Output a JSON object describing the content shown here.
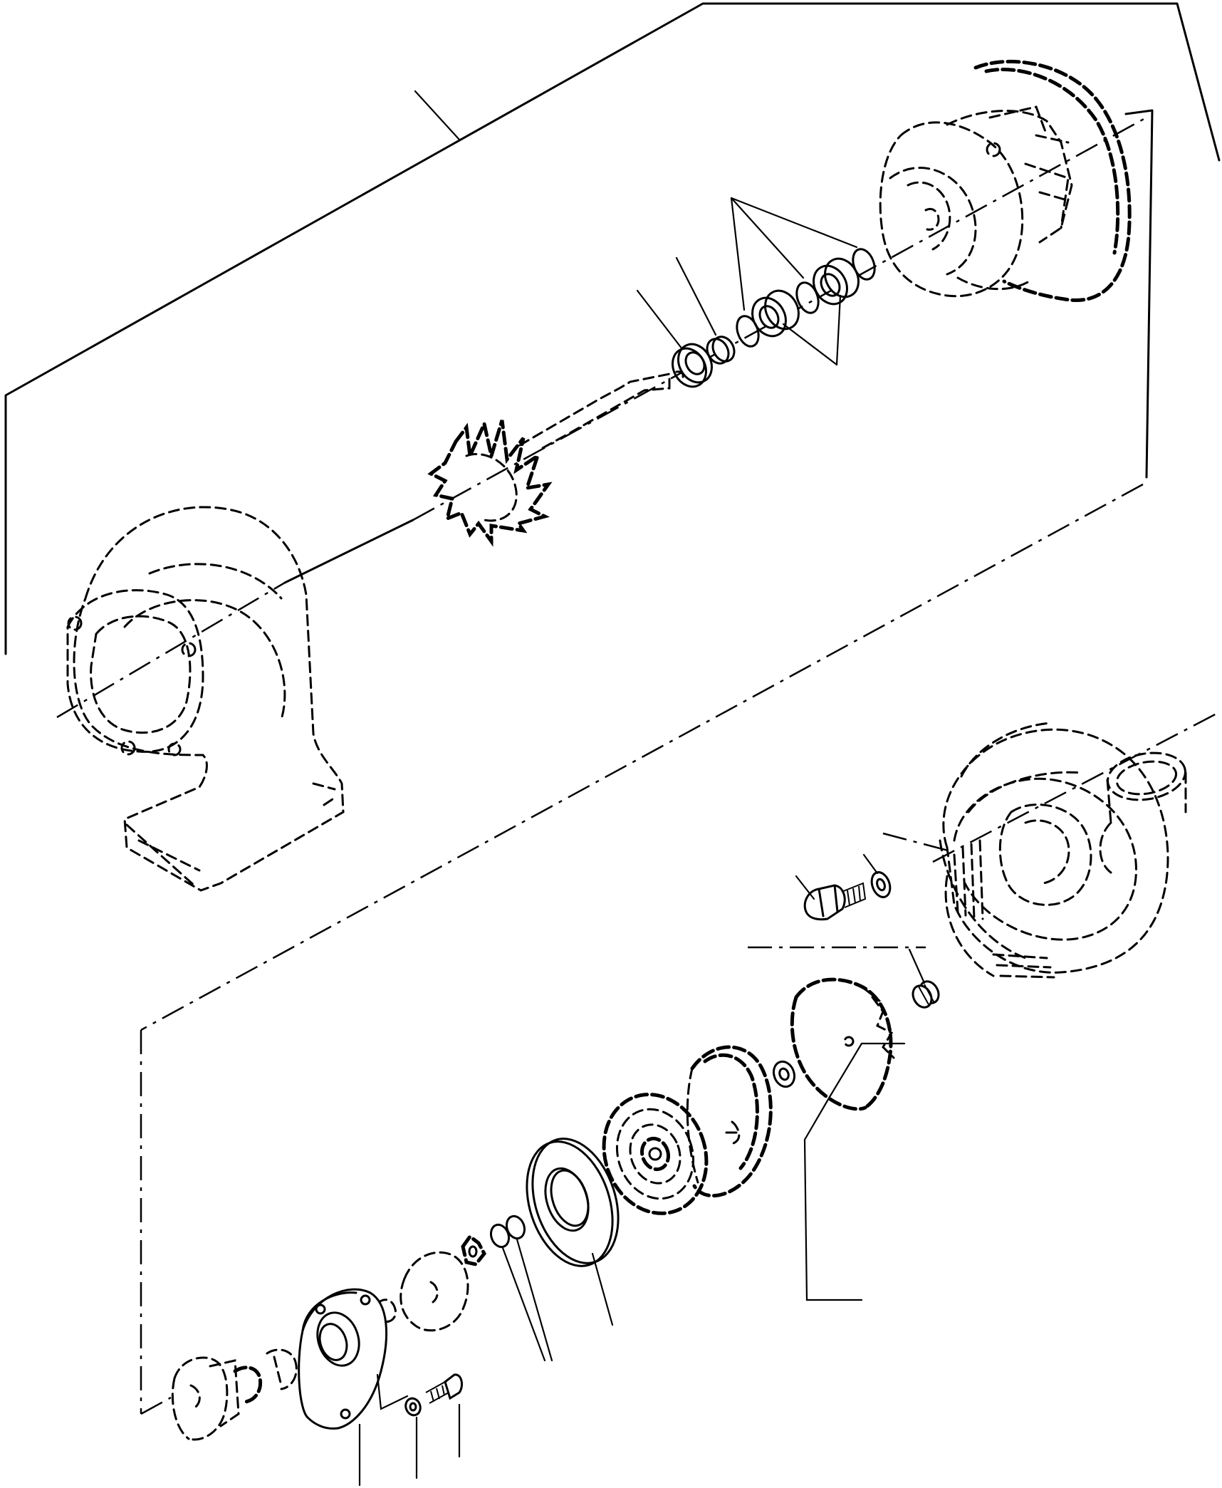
{
  "diagram": {
    "labels": [],
    "colors": {
      "line": "#000000",
      "background": "#ffffff"
    },
    "parts": [
      "turbine-housing",
      "turbine-wheel-shaft",
      "center-housing",
      "thrust-collar",
      "spacer",
      "oil-seal-ring",
      "journal-bearing",
      "snap-ring",
      "compressor-housing",
      "bolt",
      "washer",
      "nut",
      "compressor-wheel",
      "back-plate",
      "thrust-bearing",
      "seal-plate",
      "insert-plate",
      "piston-ring",
      "lock-washer",
      "cap-screw"
    ]
  }
}
